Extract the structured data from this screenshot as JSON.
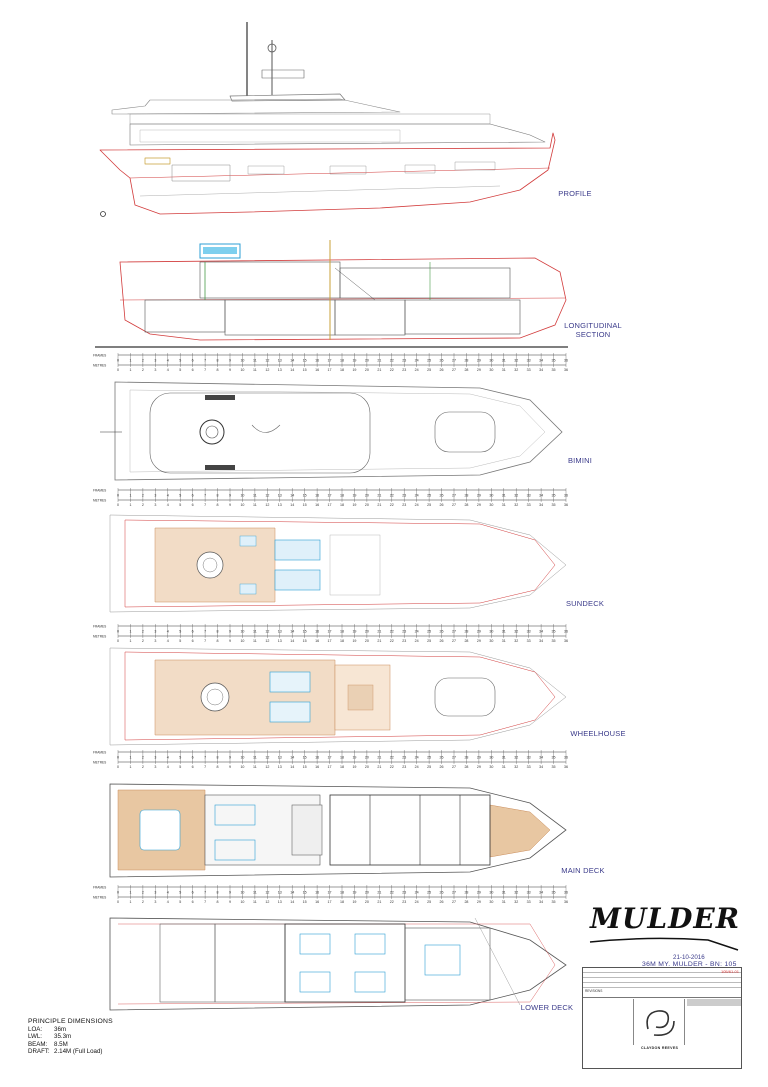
{
  "views": {
    "profile": "PROFILE",
    "longitudinal_1": "LONGITUDINAL",
    "longitudinal_2": "SECTION",
    "bimini": "BIMINI",
    "sundeck": "SUNDECK",
    "wheelhouse": "WHEELHOUSE",
    "main_deck": "MAIN DECK",
    "lower_deck": "LOWER DECK"
  },
  "scale": {
    "row_label_top": "FRAMES",
    "row_label_bottom": "METRES",
    "numbers": [
      "0",
      "1",
      "2",
      "3",
      "4",
      "5",
      "6",
      "7",
      "8",
      "9",
      "10",
      "11",
      "12",
      "13",
      "14",
      "15",
      "16",
      "17",
      "18",
      "19",
      "20",
      "21",
      "22",
      "23",
      "24",
      "25",
      "26",
      "27",
      "28",
      "29",
      "30",
      "31",
      "32",
      "33",
      "34",
      "35",
      "36"
    ]
  },
  "dimensions": {
    "heading": "PRINCIPLE DIMENSIONS",
    "rows": [
      {
        "label": "LOA:",
        "value": "36m"
      },
      {
        "label": "LWL:",
        "value": "35.3m"
      },
      {
        "label": "BEAM:",
        "value": "8.5M"
      },
      {
        "label": "DRAFT:",
        "value": "2.14M (Full Load)"
      }
    ]
  },
  "title_block": {
    "brand": "MULDER",
    "date": "21-10-2016",
    "title": "36M MY. MULDER - BN: 105",
    "revision_number": "105/61-01",
    "revisions_heading": "REVISIONS",
    "consultant": "CLAYDON REEVES"
  },
  "colors": {
    "line": "#7a7a7a",
    "red": "#d23c3c",
    "teak": "#c98c5a",
    "blue": "#2d9fd4",
    "label": "#3a3a8a"
  }
}
